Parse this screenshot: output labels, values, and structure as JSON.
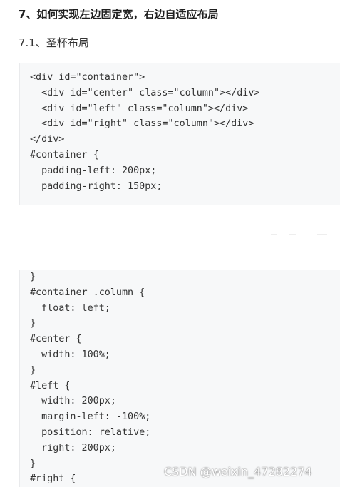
{
  "article": {
    "heading": "7、如何实现左边固定宽，右边自适应布局",
    "subheading": "7.1、圣杯布局"
  },
  "code_block_1": {
    "lines": [
      "<div id=\"container\">",
      "  <div id=\"center\" class=\"column\"></div>",
      "  <div id=\"left\" class=\"column\"></div>",
      "  <div id=\"right\" class=\"column\"></div>",
      "</div>",
      "#container {",
      "  padding-left: 200px;",
      "  padding-right: 150px;"
    ]
  },
  "code_block_2": {
    "lines": [
      "}",
      "#container .column {",
      "  float: left;",
      "}",
      "#center {",
      "  width: 100%;",
      "}",
      "#left {",
      "  width: 200px;",
      "  margin-left: -100%;",
      "  position: relative;",
      "  right: 200px;",
      "}",
      "#right {"
    ]
  },
  "watermark": "CSDN @weixin_47282274"
}
